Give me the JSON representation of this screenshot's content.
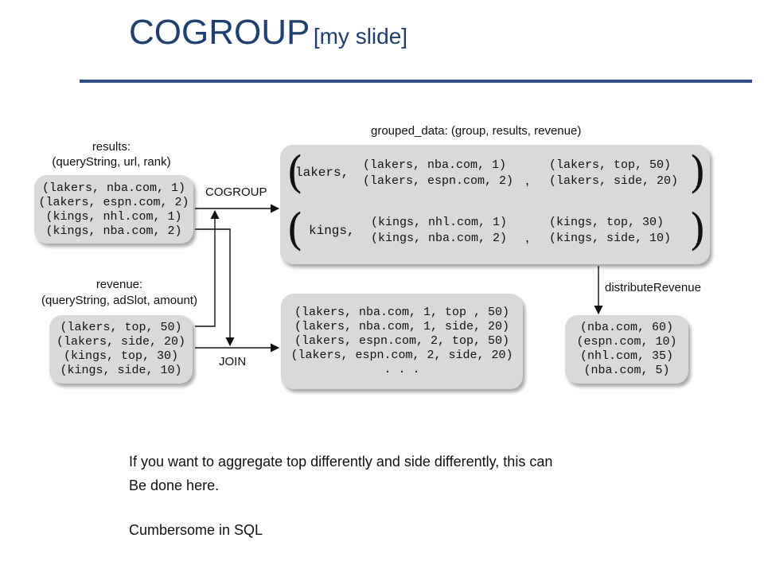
{
  "slide": {
    "title": "COGROUP",
    "title_suffix": "[my slide]"
  },
  "diagram": {
    "results_label": "results:",
    "results_schema": "(queryString, url, rank)",
    "results_rows": [
      "(lakers, nba.com, 1)",
      "(lakers, espn.com, 2)",
      "(kings, nhl.com, 1)",
      "(kings, nba.com, 2)"
    ],
    "revenue_label": "revenue:",
    "revenue_schema": "(queryString, adSlot, amount)",
    "revenue_rows": [
      "(lakers, top, 50)",
      "(lakers, side, 20)",
      "(kings, top, 30)",
      "(kings, side, 10)"
    ],
    "cogroup_label": "COGROUP",
    "join_label": "JOIN",
    "grouped_label": "grouped_data: (group, results, revenue)",
    "grouped_rows": [
      {
        "group": "lakers,",
        "results": [
          "(lakers, nba.com, 1)",
          "(lakers, espn.com, 2)"
        ],
        "revenue": [
          "(lakers, top, 50)",
          "(lakers, side, 20)"
        ]
      },
      {
        "group": "kings,",
        "results": [
          "(kings, nhl.com, 1)",
          "(kings, nba.com, 2)"
        ],
        "revenue": [
          "(kings, top, 30)",
          "(kings, side, 10)"
        ]
      }
    ],
    "distribute_label": "distributeRevenue",
    "distribute_rows": [
      "(nba.com, 60)",
      "(espn.com, 10)",
      "(nhl.com, 35)",
      "(nba.com, 5)"
    ],
    "join_rows": [
      "(lakers, nba.com, 1, top , 50)",
      "(lakers, nba.com, 1, side, 20)",
      "(lakers, espn.com, 2, top, 50)",
      "(lakers, espn.com, 2, side, 20)",
      ". . ."
    ],
    "line_color": "#111111",
    "box_color": "#d9d9d9"
  },
  "notes": {
    "line1": "If you want to aggregate top differently and side differently, this can",
    "line2": "Be done here.",
    "line3": "Cumbersome in SQL"
  }
}
